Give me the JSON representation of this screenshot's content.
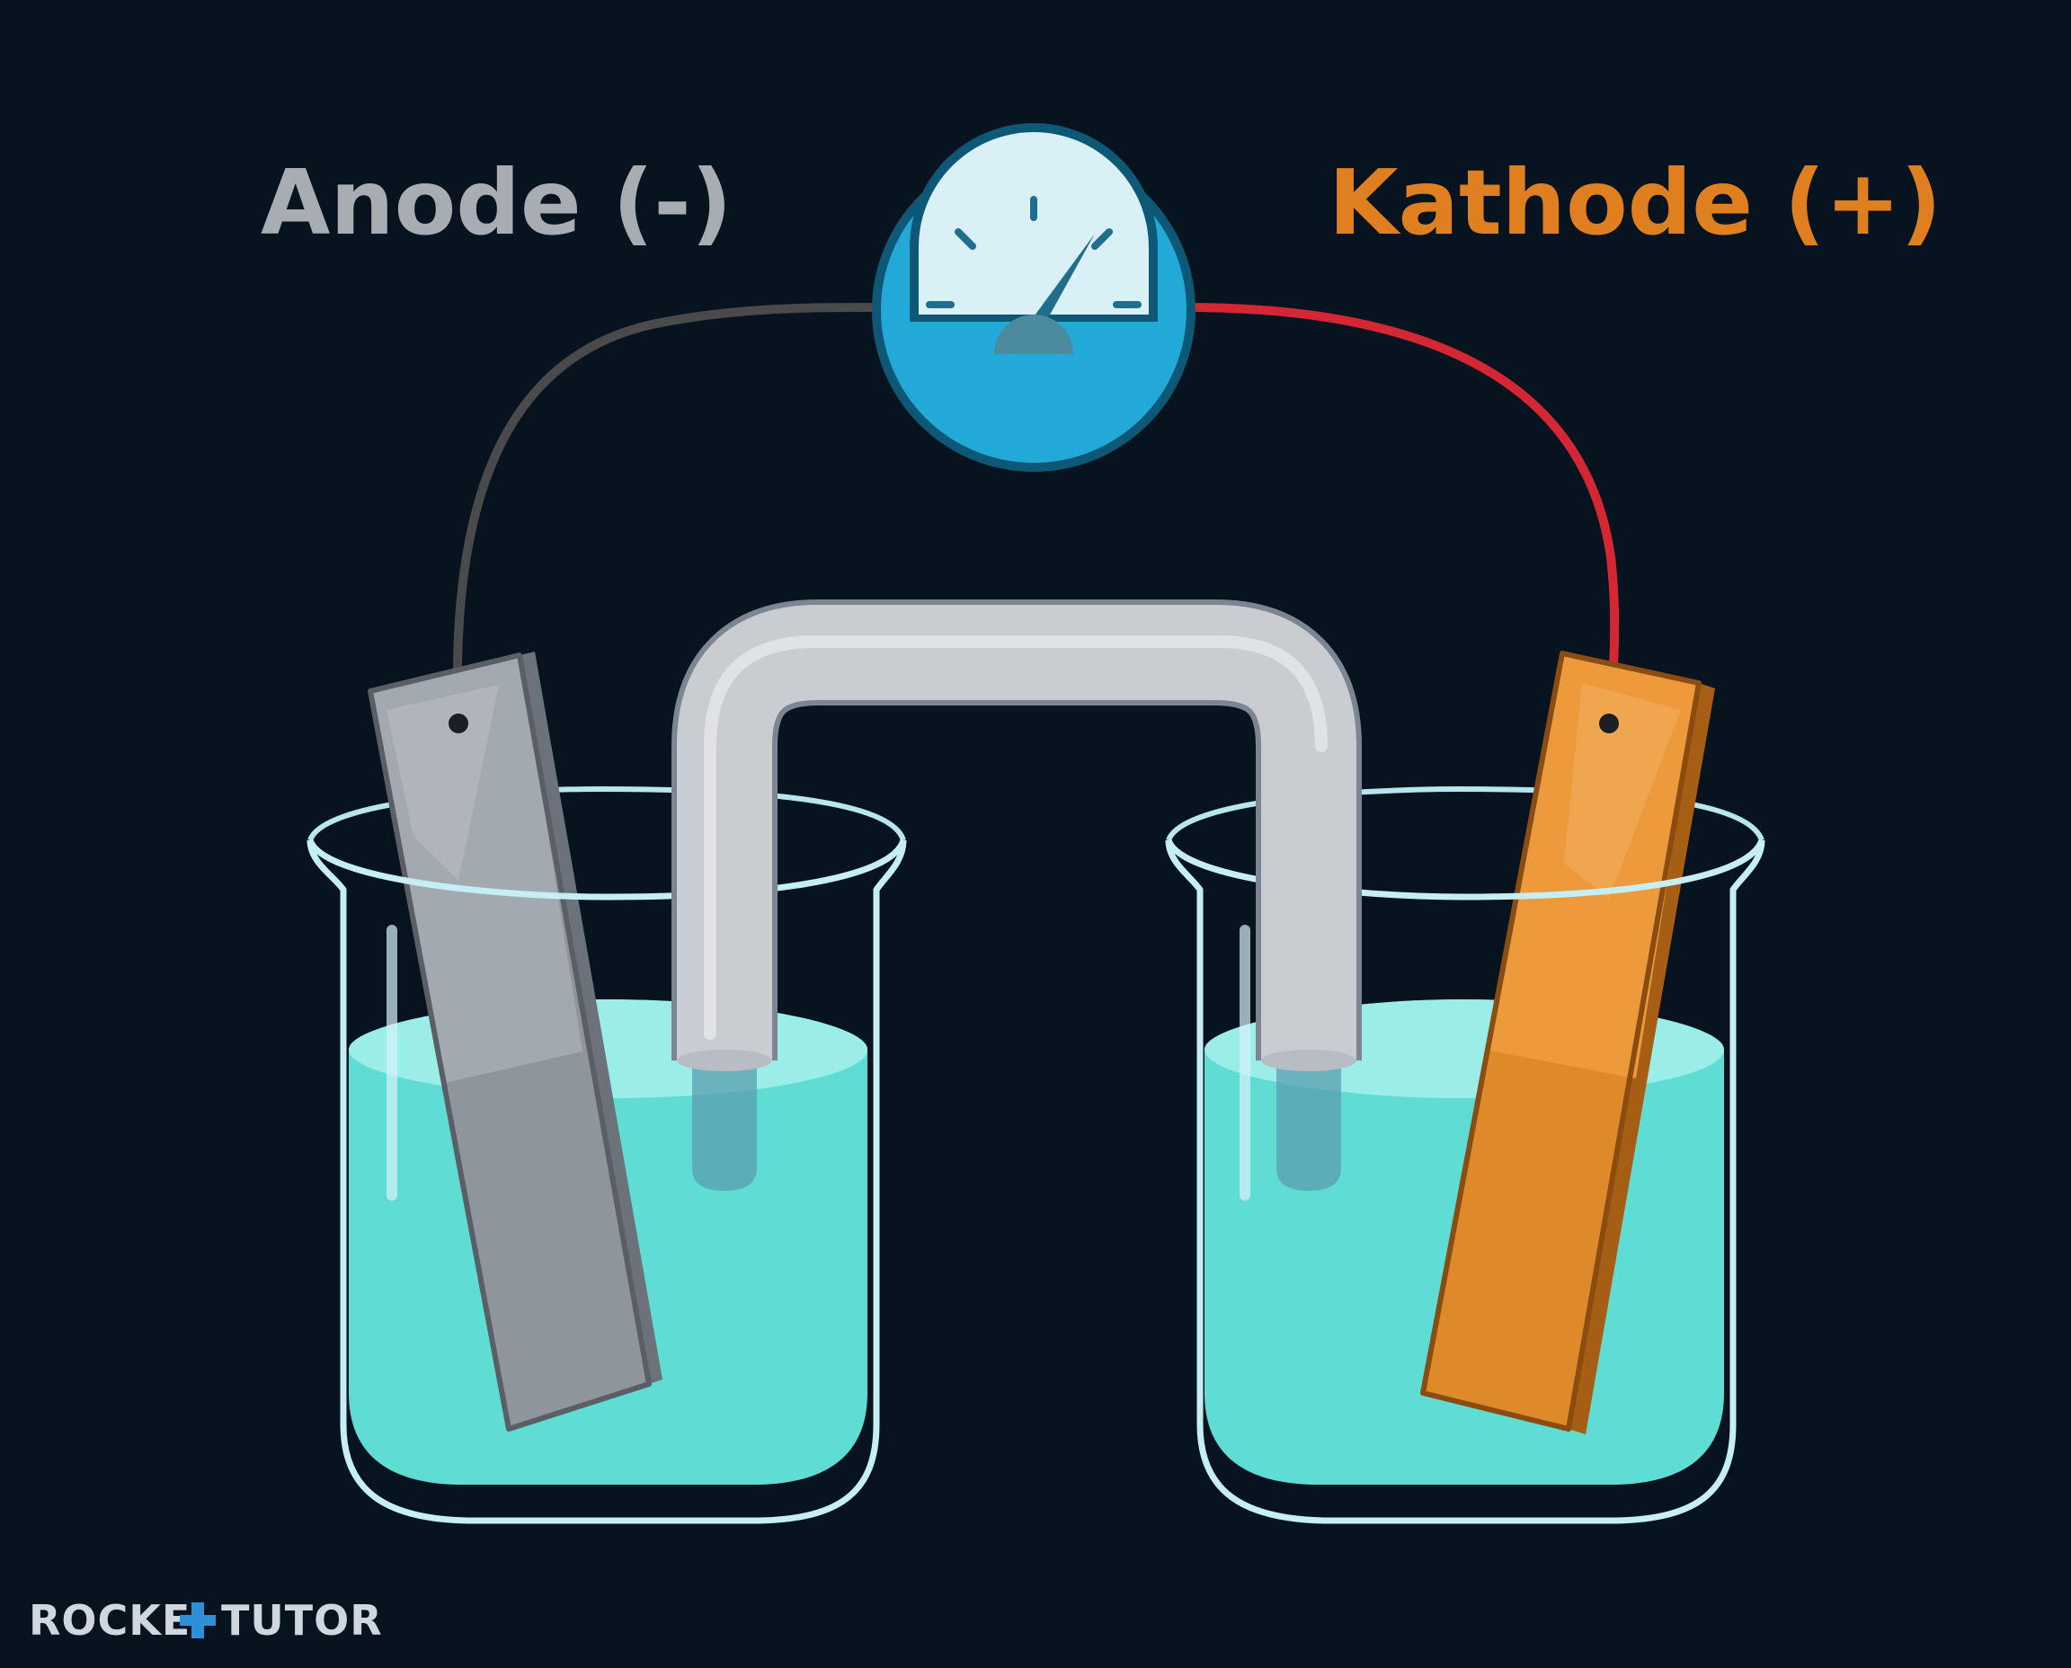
{
  "labels": {
    "anode": "Anode (-)",
    "cathode": "Kathode (+)"
  },
  "brand": {
    "left": "ROCKE",
    "right": "TUTOR"
  },
  "colors": {
    "background": "#07131f",
    "anode_text": "#a7adb3",
    "cathode_text": "#e07f1f",
    "black_wire": "#4a4a4a",
    "red_wire": "#d42633",
    "meter_body": "#23a9d8",
    "meter_face": "#d9f0f6",
    "solution": "#5fdcd3",
    "salt_bridge": "#c9ccd1",
    "zinc_electrode": "#9aa0a8",
    "copper_electrode": "#de8a2a",
    "brand_text": "#cfd6de",
    "brand_accent": "#2d8fd8"
  }
}
